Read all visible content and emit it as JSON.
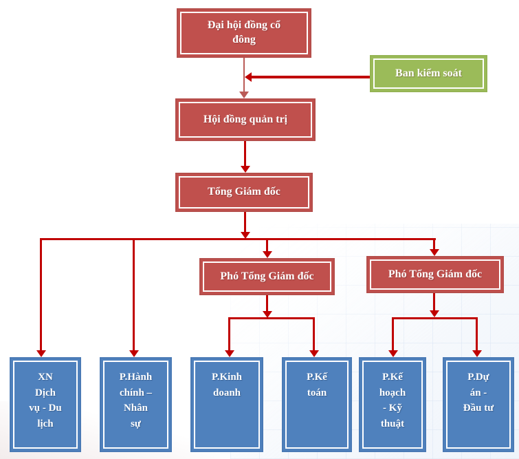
{
  "colors": {
    "red_fill": "#C0504D",
    "red_border": "#B54E4B",
    "green_fill": "#9BBB59",
    "green_border": "#95B454",
    "blue_fill": "#4F81BD",
    "blue_border": "#4A7AB5",
    "inner_stroke": "#FFFFFF",
    "arrow": "#C00000",
    "arrow_muted": "#BA5B57",
    "label_text": "#FFFFFF"
  },
  "nodes": {
    "shareholders_assembly": {
      "label": "Đại hội đồng cổ\nđông"
    },
    "supervisory_board": {
      "label": "Ban kiểm soát"
    },
    "board_of_directors": {
      "label": "Hội đồng quản trị"
    },
    "general_director": {
      "label": "Tổng Giám đốc"
    },
    "deputy_director_left": {
      "label": "Phó Tổng Giám đốc"
    },
    "deputy_director_right": {
      "label": "Phó Tổng Giám đốc"
    },
    "dept_services_tourism": {
      "label": "XN\nDịch\nvụ - Du\nlịch"
    },
    "dept_admin_hr": {
      "label": "P.Hành\nchính –\nNhân\nsự"
    },
    "dept_business": {
      "label": "P.Kinh\ndoanh"
    },
    "dept_accounting": {
      "label": "P.Kế\ntoán"
    },
    "dept_planning_engineering": {
      "label": "P.Kế\nhoạch\n- Kỹ\nthuật"
    },
    "dept_projects_investment": {
      "label": "P.Dự\nán -\nĐầu tư"
    }
  },
  "edges": [
    {
      "from": "shareholders_assembly",
      "to": "board_of_directors"
    },
    {
      "from": "supervisory_board",
      "to": "shareholders_assembly"
    },
    {
      "from": "board_of_directors",
      "to": "general_director"
    },
    {
      "from": "general_director",
      "to": "dept_services_tourism"
    },
    {
      "from": "general_director",
      "to": "dept_admin_hr"
    },
    {
      "from": "general_director",
      "to": "deputy_director_left"
    },
    {
      "from": "general_director",
      "to": "deputy_director_right"
    },
    {
      "from": "deputy_director_left",
      "to": "dept_business"
    },
    {
      "from": "deputy_director_left",
      "to": "dept_accounting"
    },
    {
      "from": "deputy_director_right",
      "to": "dept_planning_engineering"
    },
    {
      "from": "deputy_director_right",
      "to": "dept_projects_investment"
    }
  ]
}
